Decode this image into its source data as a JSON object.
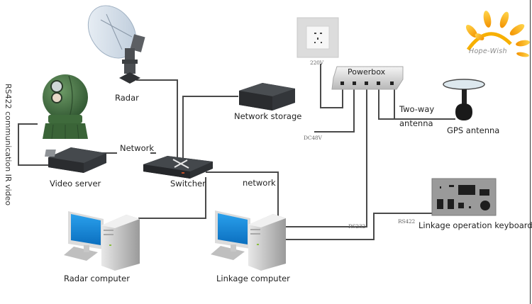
{
  "diagram": {
    "type": "system-topology",
    "logo": {
      "text": "Hope-Wish",
      "colors": [
        "#f7a900",
        "#f5c400",
        "#f08c00"
      ]
    },
    "devices": {
      "radar": {
        "label": "Radar"
      },
      "ir_camera": {
        "label": ""
      },
      "video_server": {
        "label": "Video server"
      },
      "switcher": {
        "label": "Switcher"
      },
      "network_storage": {
        "label": "Network storage"
      },
      "power_socket": {
        "label": "220V"
      },
      "power_box": {
        "label": "Powerbox"
      },
      "gps_antenna": {
        "label": "GPS antenna"
      },
      "radar_computer": {
        "label": "Radar computer"
      },
      "linkage_computer": {
        "label": "Linkage computer"
      },
      "linkage_keyboard": {
        "label": "Linkage operation keyboard"
      }
    },
    "connection_labels": {
      "network_left": "Network",
      "network_right": "network",
      "two_way_antenna_line1": "Two-way",
      "two_way_antenna_line2": "antenna",
      "dc48v": "DC48V",
      "rs232": "RS232",
      "rs422": "RS422",
      "vertical_caption": "RS422 communication IR video"
    },
    "colors": {
      "line": "#4a4a4a",
      "screen_blue": "#1b86d6",
      "camera_green": "#3f6b3c",
      "device_dark": "#3a3d40",
      "background": "#ffffff"
    }
  }
}
